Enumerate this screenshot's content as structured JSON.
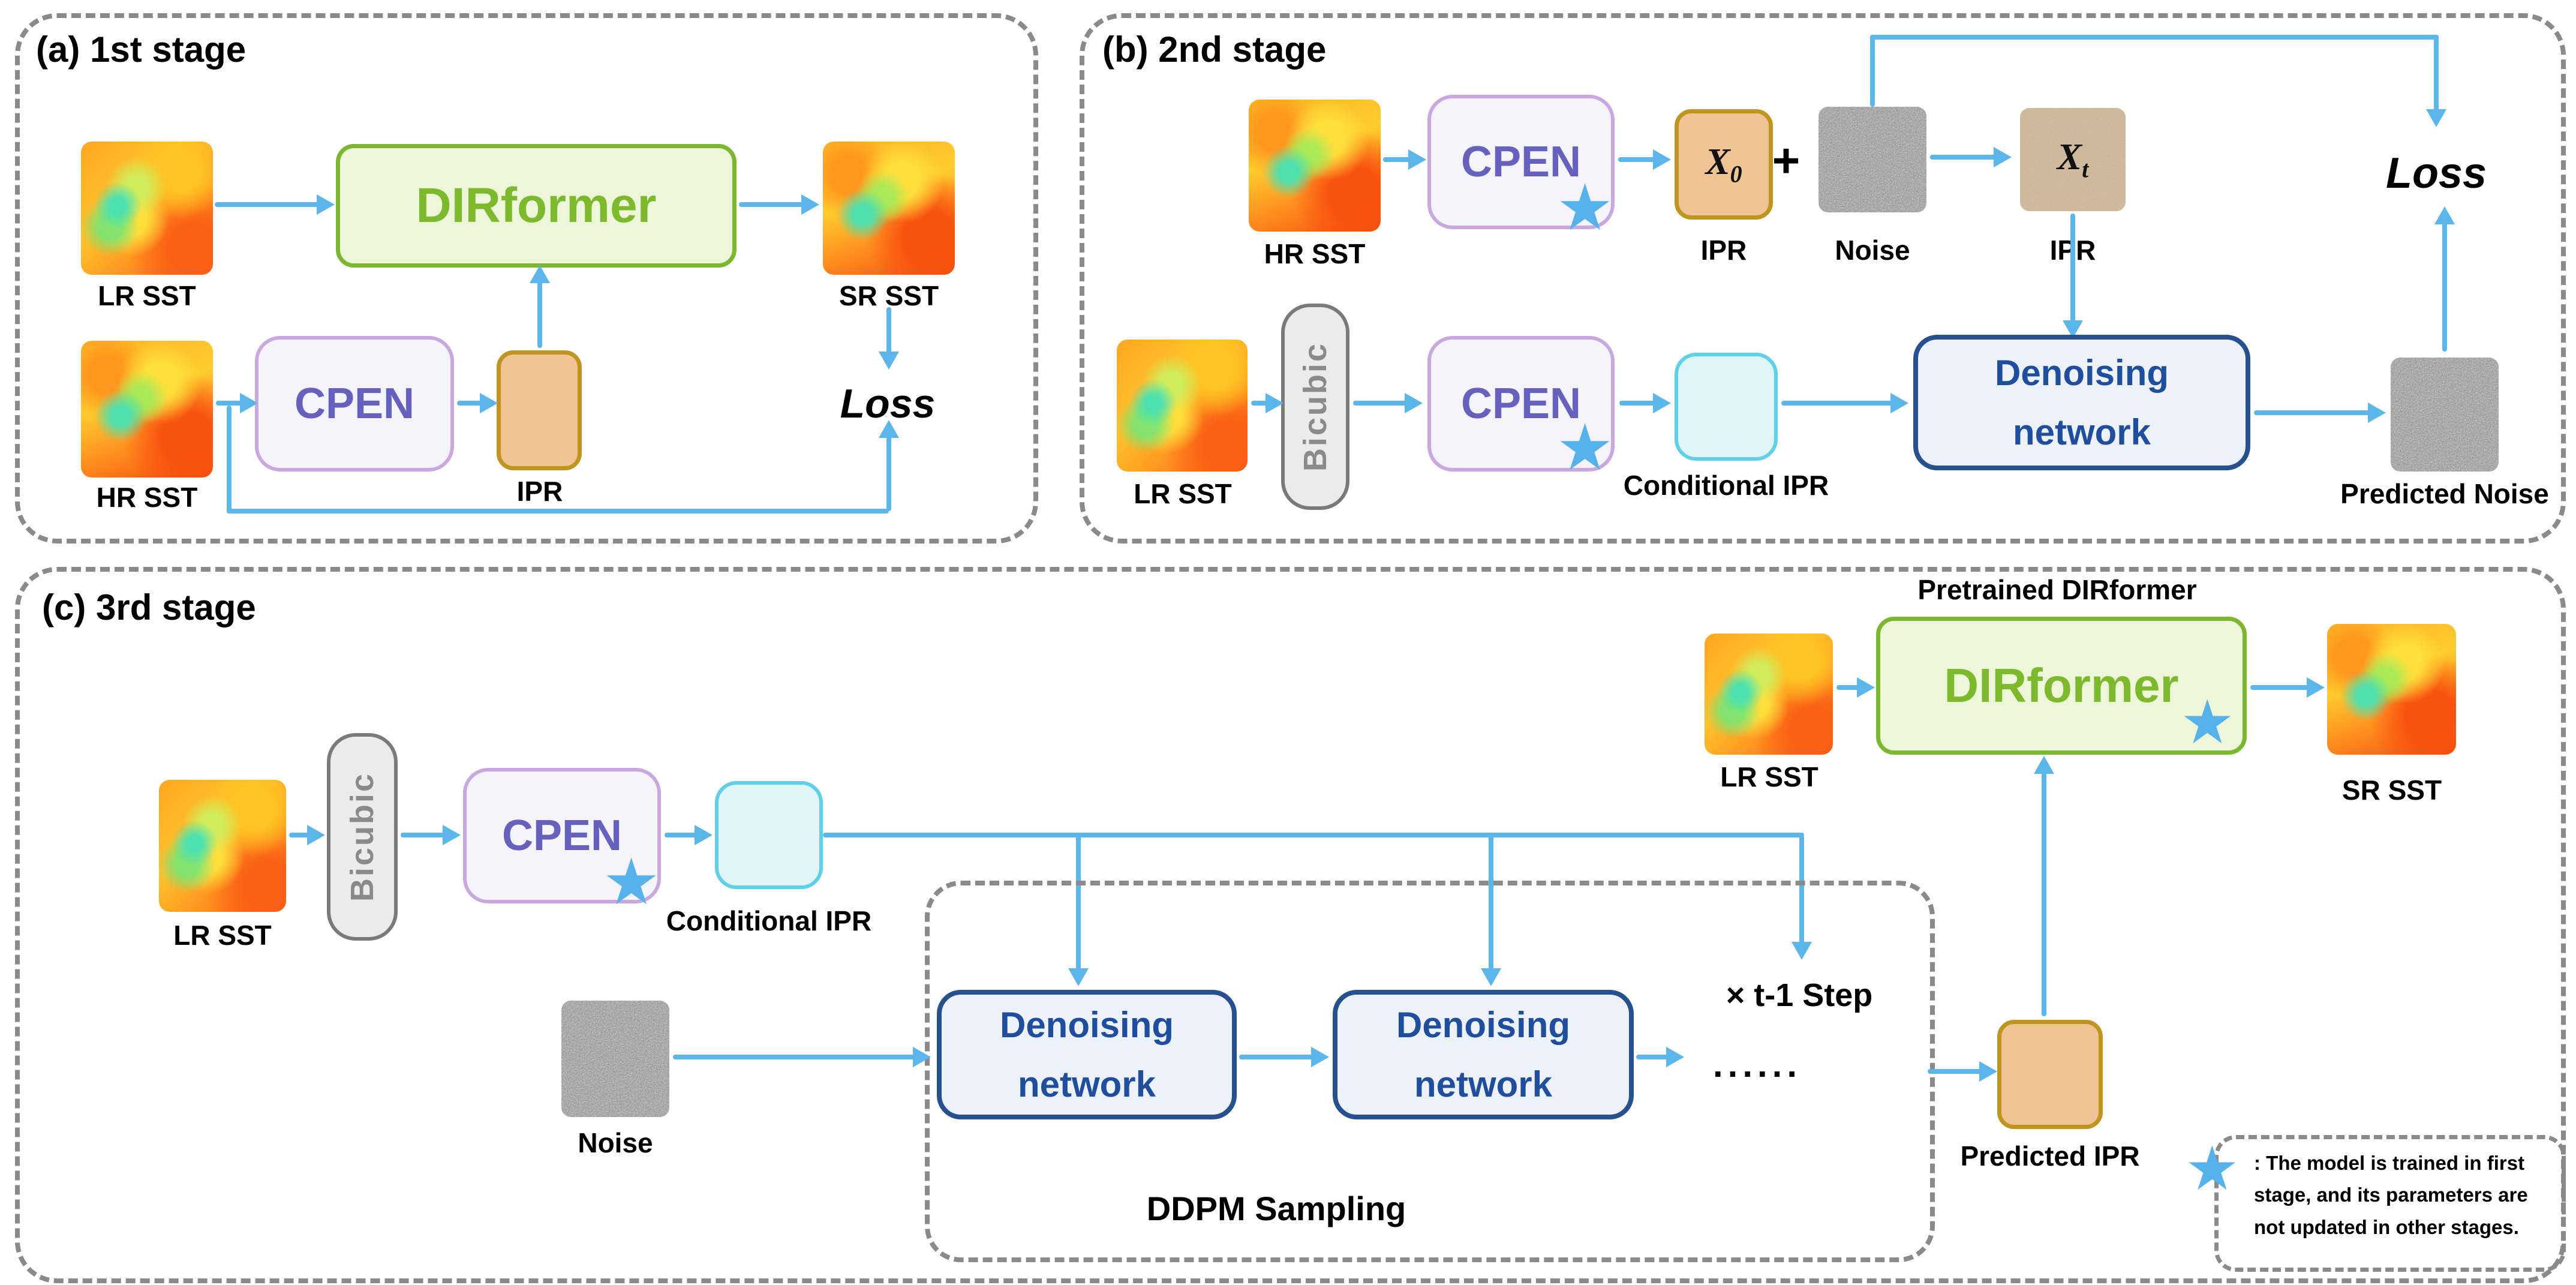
{
  "panels": {
    "a": {
      "title": "(a) 1st stage"
    },
    "b": {
      "title": "(b) 2nd stage"
    },
    "c": {
      "title": "(c) 3rd stage"
    }
  },
  "labels": {
    "lr_sst": "LR SST",
    "hr_sst": "HR SST",
    "sr_sst": "SR SST",
    "ipr": "IPR",
    "conditional_ipr": "Conditional IPR",
    "predicted_ipr": "Predicted IPR",
    "noise": "Noise",
    "predicted_noise": "Predicted Noise",
    "loss": "Loss",
    "plus": "+",
    "x_base": "X",
    "x0_sub": "0",
    "xt_sub": "t",
    "dirformer": "DIRformer",
    "cpen": "CPEN",
    "bicubic": "Bicubic",
    "denoising_line1": "Denoising",
    "denoising_line2": "network",
    "ddpm_sampling": "DDPM Sampling",
    "t_step": "× t-1 Step",
    "dots": "......",
    "pretrained_dirformer": "Pretrained DIRformer"
  },
  "legend": {
    "line1": ":  The model is trained in first",
    "line2": "stage, and its parameters are",
    "line3": "not updated in other stages."
  },
  "icons": {
    "star": "★"
  },
  "colors": {
    "arrow": "#5CB6EC",
    "panel_dash": "#8A8A8A",
    "green_border": "#7CB82F",
    "green_fill": "#EDF6D9",
    "green_text": "#7CB92C",
    "purple_border": "#C9A8E0",
    "purple_fill": "#F5F3FB",
    "purple_text": "#6660BF",
    "gold_border": "#C0951F",
    "tan_fill": "#EFC394",
    "cyan_border": "#5FD0E8",
    "cyan_fill": "#DFF5F8",
    "navy_border": "#27508F",
    "navy_fill": "#EDF2FA",
    "navy_text": "#1F4E9E",
    "gray_fill": "#EBEBEB",
    "gray_border": "#7A7A7A",
    "gray_text": "#8A8A8A",
    "star": "#56B2EA"
  }
}
